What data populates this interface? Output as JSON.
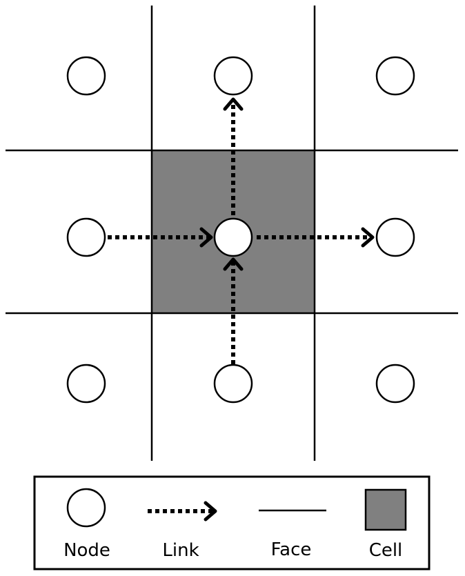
{
  "legend": {
    "node_label": "Node",
    "link_label": "Link",
    "face_label": "Face",
    "cell_label": "Cell"
  },
  "colors": {
    "cell_fill": "#808080",
    "node_fill": "#ffffff",
    "line": "#000000",
    "background": "#ffffff"
  }
}
